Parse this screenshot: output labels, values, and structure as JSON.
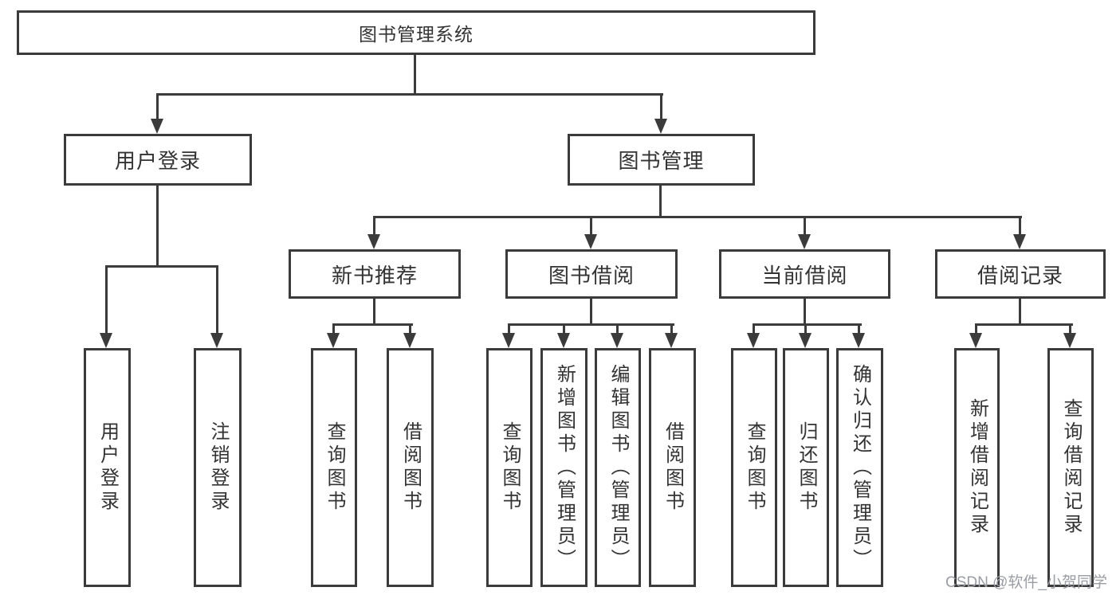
{
  "tree": {
    "label": "图书管理系统",
    "children": [
      {
        "label": "用户登录",
        "children": [
          {
            "label": "用户登录"
          },
          {
            "label": "注销登录"
          }
        ]
      },
      {
        "label": "图书管理",
        "children": [
          {
            "label": "新书推荐",
            "children": [
              {
                "label": "查询图书"
              },
              {
                "label": "借阅图书"
              }
            ]
          },
          {
            "label": "图书借阅",
            "children": [
              {
                "label": "查询图书"
              },
              {
                "label": "新增图书（管理员）"
              },
              {
                "label": "编辑图书（管理员）"
              },
              {
                "label": "借阅图书"
              }
            ]
          },
          {
            "label": "当前借阅",
            "children": [
              {
                "label": "查询图书"
              },
              {
                "label": "归还图书"
              },
              {
                "label": "确认归还（管理员）"
              }
            ]
          },
          {
            "label": "借阅记录",
            "children": [
              {
                "label": "新增借阅记录"
              },
              {
                "label": "查询借阅记录"
              }
            ]
          }
        ]
      }
    ]
  },
  "watermark": {
    "text": "CSDN @软件_小贺同学"
  },
  "colors": {
    "line": "#3b3b3b",
    "text": "#333333",
    "watermark": "#9a9da4",
    "box_background": "#ffffff"
  }
}
